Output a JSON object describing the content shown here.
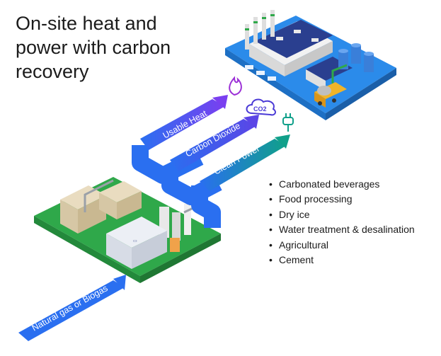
{
  "title": {
    "lines": [
      "On-site heat and",
      "power with carbon",
      "recovery"
    ]
  },
  "streams": {
    "heat": "Usable Heat",
    "co2": "Carbon Dioxide",
    "power": "Clean Power",
    "input": "Natural gas or Biogas"
  },
  "icons": {
    "heat": "flame-icon",
    "co2": "co2-cloud-icon",
    "power": "plug-icon",
    "co2_text": "CO2"
  },
  "uses": [
    "Carbonated beverages",
    "Food processing",
    "Dry ice",
    "Water treatment & desalination",
    "Agricultural",
    "Cement"
  ],
  "colors": {
    "pipe_blue": "#2a6ff0",
    "heat_purple": "#7a3ff0",
    "co2_violet": "#5b45e6",
    "power_green": "#10a08a",
    "platform_green": "#2fa84a",
    "platform_blue": "#2b8bea"
  }
}
